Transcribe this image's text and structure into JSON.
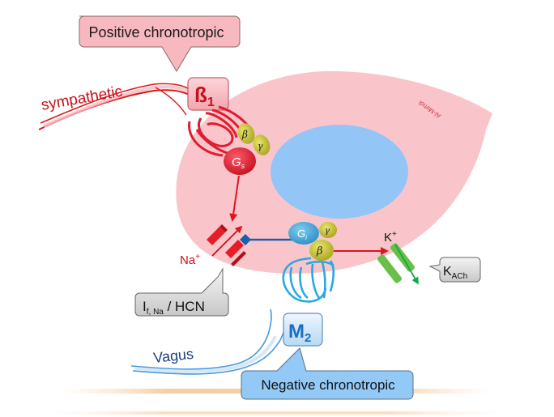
{
  "diagram": {
    "positive_callout": "Positive chronotropic",
    "negative_callout": "Negative chronotropic",
    "sympathetic_label": "sympathetic",
    "vagus_label": "Vagus",
    "beta1_label": "ß",
    "beta1_sub": "1",
    "m2_label": "M",
    "m2_sub": "2",
    "gs_label": "G",
    "gs_sub": "s",
    "gi_label": "G",
    "gi_sub": "i",
    "beta_subunit": "β",
    "gamma_subunit": "γ",
    "na_label": "Na",
    "na_sup": "+",
    "k_label": "K",
    "k_sup": "+",
    "if_label_main": "I",
    "if_label_sub": "f, Na",
    "if_label_rest": " / HCN",
    "kach_label": "K",
    "kach_sub": "ACh",
    "watermark": "Al-Mehdi",
    "colors": {
      "cell": "#f9c5cb",
      "nucleus": "#93c5f7",
      "sympathetic": "#d7191c",
      "vagus": "#1a5fa8",
      "gs": "#e21b2f",
      "gi": "#3aa6dc",
      "gbeta_gamma": "#c7c43a",
      "hcn": "#e41e26",
      "kach": "#6abf4b",
      "positive_box": "#f7b8bf",
      "negative_box": "#93c9f7",
      "gray_box": "#d9d9d9"
    }
  }
}
